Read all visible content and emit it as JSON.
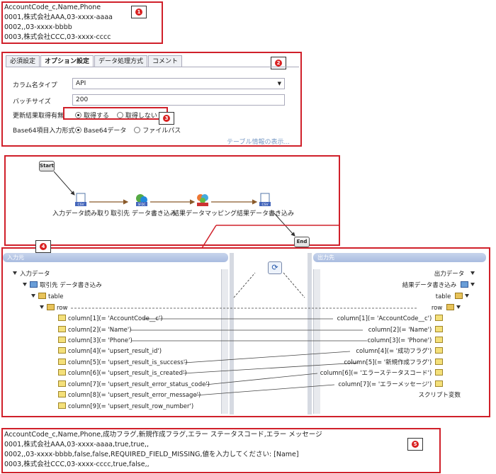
{
  "section1": {
    "badge": "1",
    "lines": [
      "AccountCode_c,Name,Phone",
      "0001,株式会社AAA,03-xxxx-aaaa",
      "0002,,03-xxxx-bbbb",
      "0003,株式会社CCC,03-xxxx-cccc"
    ]
  },
  "section2": {
    "badge": "2",
    "tabs": [
      "必須設定",
      "オプション設定",
      "データ処理方式",
      "コメント"
    ],
    "column_type_label": "カラム名タイプ",
    "column_type_value": "API",
    "batch_size_label": "バッチサイズ",
    "batch_size_value": "200",
    "update_result_label": "更新結果取得有無",
    "update_result_options": [
      "取得する",
      "取得しない"
    ],
    "base64_label": "Base64項目入力形式",
    "base64_options": [
      "Base64データ",
      "ファイルパス"
    ],
    "table_info_link": "テーブル情報の表示..."
  },
  "section3": {
    "badge": "3",
    "start": "Start",
    "end": "End",
    "nodes": [
      "入力データ読み取り",
      "取引先 データ書き込み",
      "結果データマッピング",
      "結果データ書き込み"
    ]
  },
  "section4": {
    "badge": "4",
    "input_header": "入力元",
    "output_header": "出力先",
    "input_tree": {
      "root": "入力データ",
      "component": "取引先 データ書き込み",
      "table": "table",
      "row": "row",
      "columns": [
        "column[1](= 'AccountCode__c')",
        "column[2](= 'Name')",
        "column[3](= 'Phone')",
        "column[4](= 'upsert_result_id')",
        "column[5](= 'upsert_result_is_success')",
        "column[6](= 'upsert_result_is_created')",
        "column[7](= 'upsert_result_error_status_code')",
        "column[8](= 'upsert_result_error_message')",
        "column[9](= 'upsert_result_row_number')"
      ]
    },
    "output_tree": {
      "root": "出力データ",
      "component": "結果データ書き込み",
      "table": "table",
      "row": "row",
      "columns": [
        "column[1](= 'AccountCode__c')",
        "column[2](= 'Name')",
        "column[3](= 'Phone')",
        "column[4](= '成功フラグ')",
        "column[5](= '新規作成フラグ')",
        "column[6](= 'エラーステータスコード')",
        "column[7](= 'エラーメッセージ')"
      ],
      "script_vars": "スクリプト変数"
    }
  },
  "section5": {
    "badge": "5",
    "lines": [
      "AccountCode_c,Name,Phone,成功フラグ,新規作成フラグ,エラー ステータスコード,エラー メッセージ",
      "0001,株式会社AAA,03-xxxx-aaaa,true,true,,",
      "0002,,03-xxxx-bbbb,false,false,REQUIRED_FIELD_MISSING,値を入力してください: [Name]",
      "0003,株式会社CCC,03-xxxx-cccc,true,false,,"
    ]
  },
  "colors": {
    "frame_red": "#d0202a",
    "header_blue": "#a9bce0",
    "link_blue": "#7a9bc6"
  }
}
